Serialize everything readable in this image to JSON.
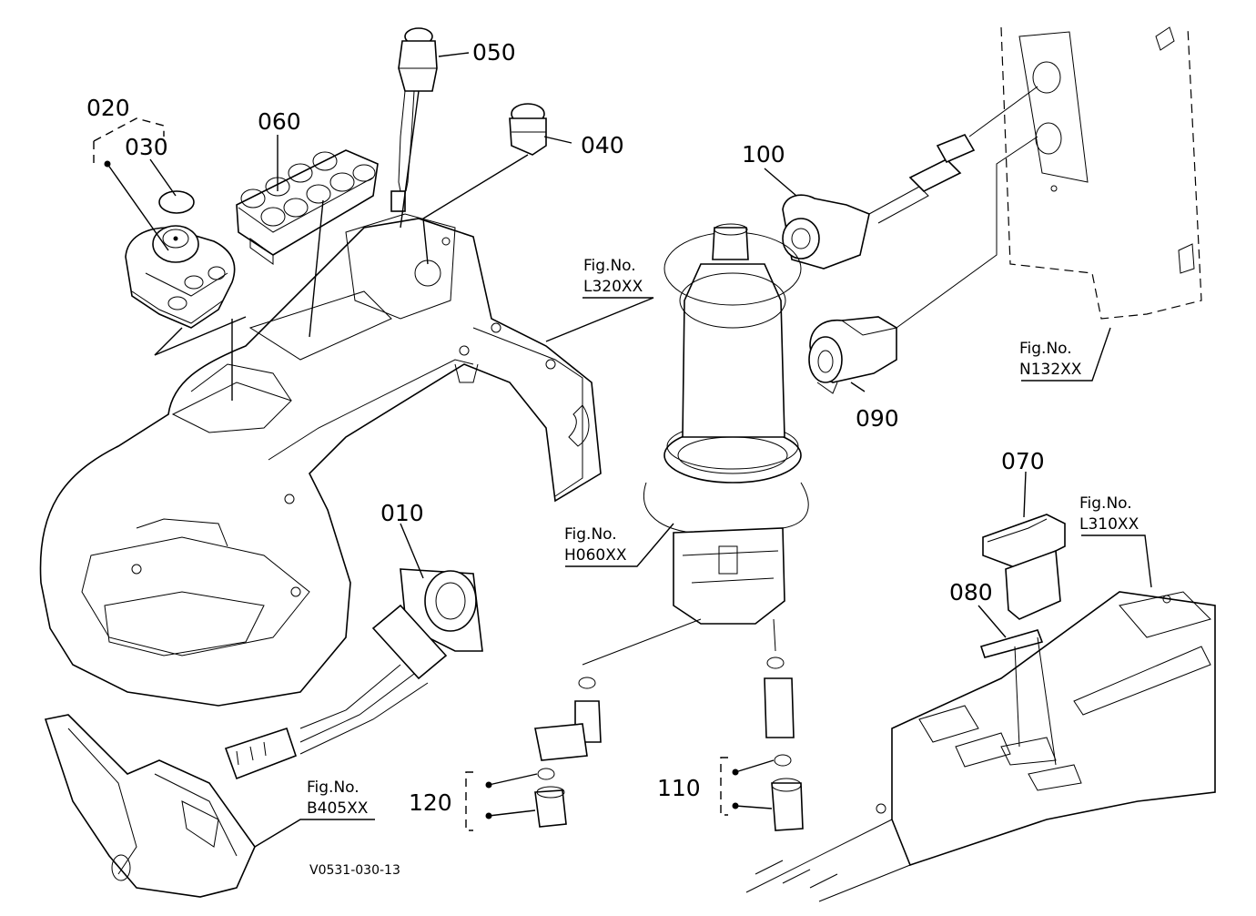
{
  "parts": {
    "p010": "010",
    "p020": "020",
    "p030": "030",
    "p040": "040",
    "p050": "050",
    "p060": "060",
    "p070": "070",
    "p080": "080",
    "p090": "090",
    "p100": "100",
    "p110": "110",
    "p120": "120"
  },
  "figures": {
    "figno_label": "Fig.No.",
    "l320": "L320XX",
    "n132": "N132XX",
    "h060": "H060XX",
    "l310": "L310XX",
    "b405": "B405XX"
  },
  "drawing_code": "V0531-030-13"
}
